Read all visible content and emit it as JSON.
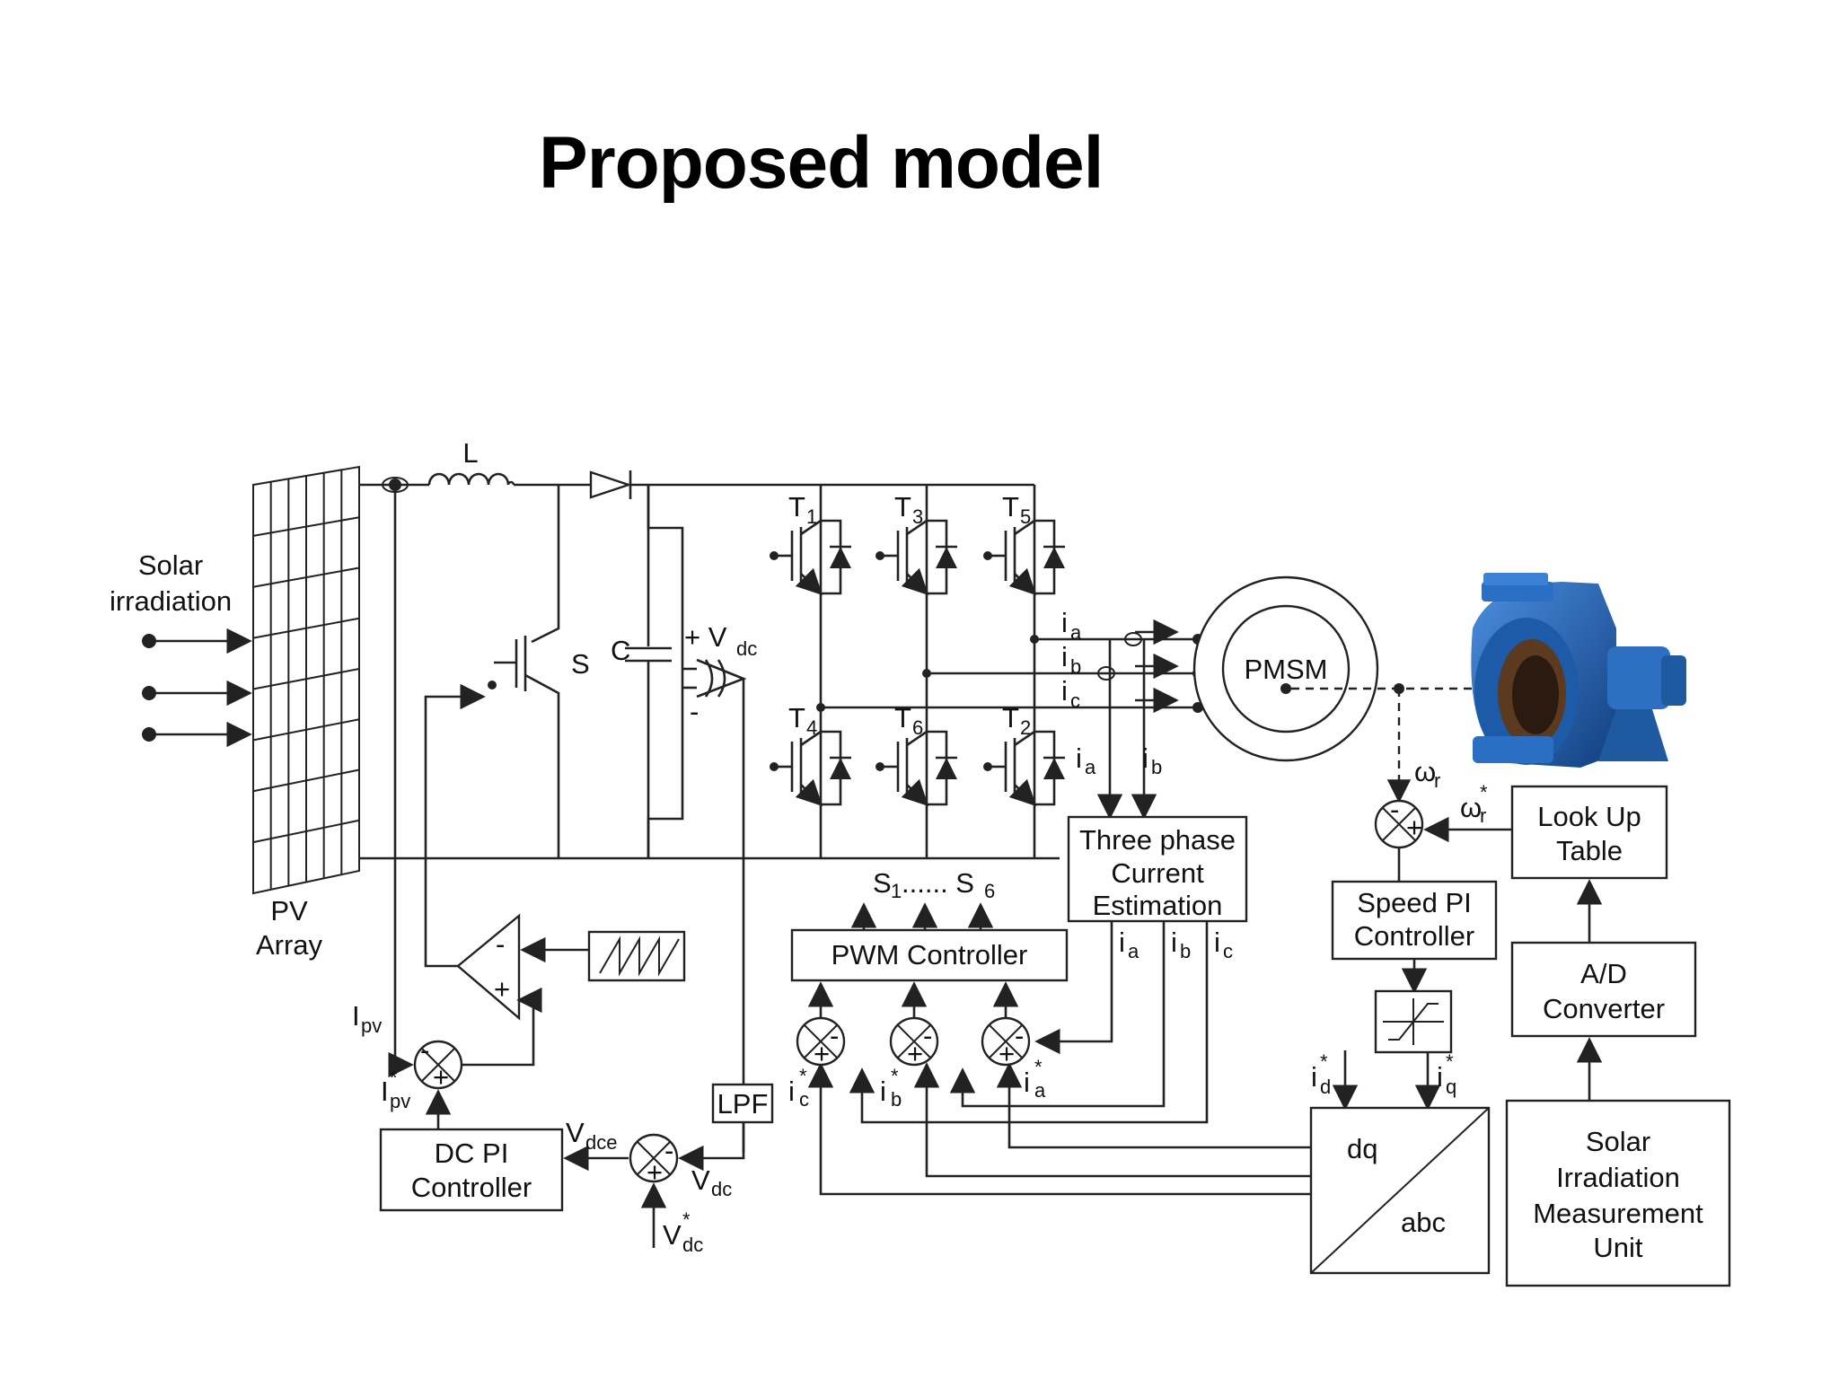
{
  "title": "Proposed model",
  "labels": {
    "solar_irradiation": [
      "Solar",
      "irradiation"
    ],
    "pv_array": [
      "PV",
      "Array"
    ],
    "inductor": "L",
    "switch": "S",
    "capacitor": "C",
    "vdc_plus": "+ V",
    "vdc_sub": "dc",
    "vdc_minus": "-",
    "pmsm": "PMSM",
    "omega": "ω",
    "omega_sub": "r",
    "omega_star_sub": "r",
    "star": "*",
    "ipv": "I",
    "ipv_sub": "pv",
    "vdce": "V",
    "vdce_sub": "dce",
    "vdc_meas": "V",
    "vdc_meas_sub": "dc",
    "vdc_ref": "V",
    "vdc_ref_sub": "dc",
    "id_ref": "i",
    "id_sub": "d",
    "iq_ref": "i",
    "iq_sub": "q",
    "dq": "dq",
    "abc": "abc",
    "phases": [
      "i",
      "i",
      "i"
    ],
    "phase_subs": [
      "a",
      "b",
      "c"
    ],
    "switches_out": "S",
    "switches_mid": "...... S",
    "switches_sub1": "1",
    "switches_sub2": "6"
  },
  "transistors": [
    {
      "name": "T",
      "sub": "1"
    },
    {
      "name": "T",
      "sub": "3"
    },
    {
      "name": "T",
      "sub": "5"
    },
    {
      "name": "T",
      "sub": "4"
    },
    {
      "name": "T",
      "sub": "6"
    },
    {
      "name": "T",
      "sub": "2"
    }
  ],
  "blocks": {
    "three_phase": [
      "Three phase",
      "Current",
      "Estimation"
    ],
    "look_up": [
      "Look Up",
      "Table"
    ],
    "speed_pi": [
      "Speed PI",
      "Controller"
    ],
    "ad": [
      "A/D",
      "Converter"
    ],
    "pwm": "PWM Controller",
    "dc_pi": [
      "DC PI",
      "Controller"
    ],
    "lpf": "LPF",
    "solar_unit": [
      "Solar",
      "Irradiation",
      "Measurement",
      "Unit"
    ]
  },
  "signs": {
    "plus": "+",
    "minus": "-"
  },
  "colors": {
    "ink": "#222222",
    "pump_blue": "#1e63b5"
  }
}
